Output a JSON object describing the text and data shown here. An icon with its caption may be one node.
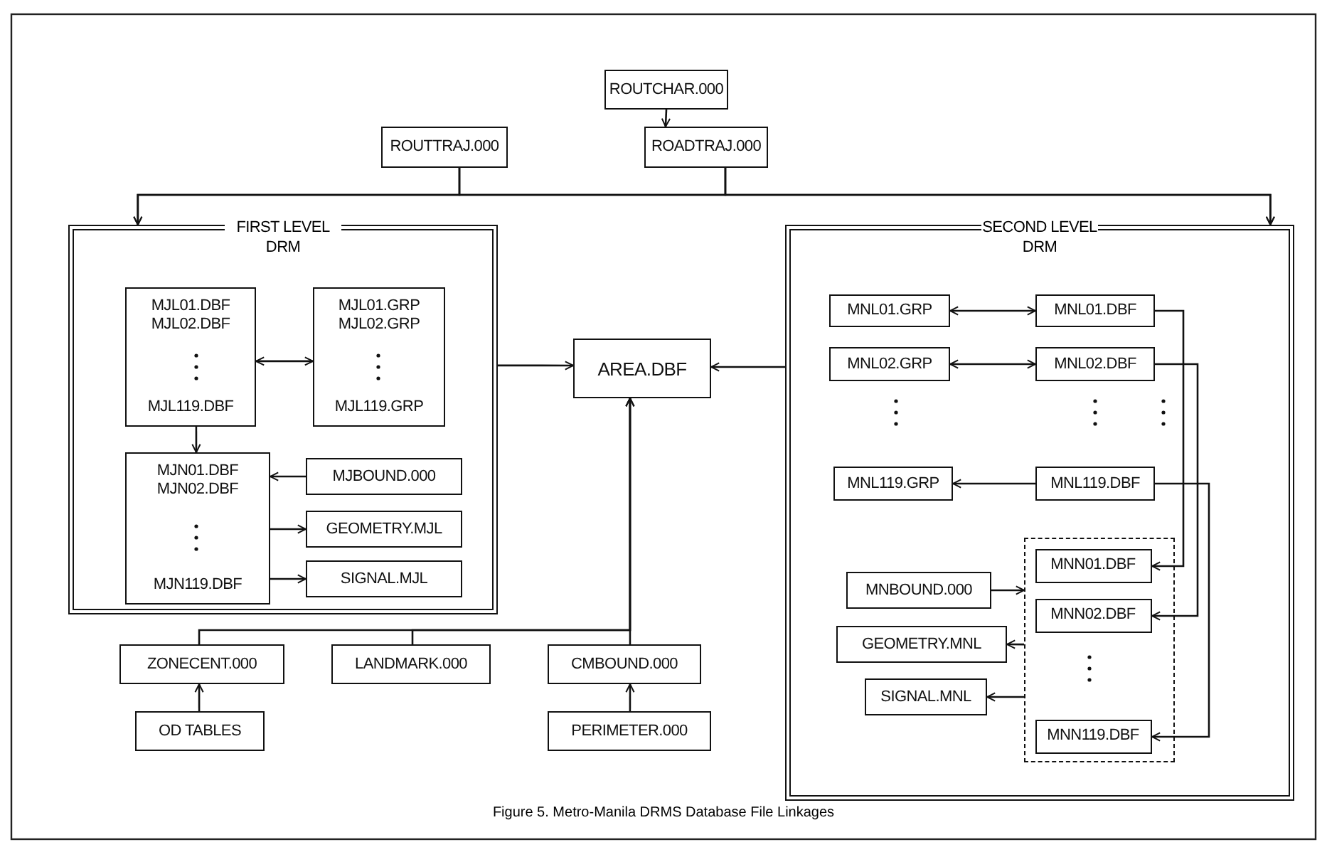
{
  "diagram": {
    "caption": "Figure 5. Metro-Manila DRMS Database File Linkages",
    "nodes": [
      {
        "text": [
          "ROUTCHAR.000"
        ]
      },
      {
        "text": [
          "ROUTTRAJ.000"
        ]
      },
      {
        "text": [
          "ROADTRAJ.000"
        ]
      },
      {
        "text": [
          "FIRST LEVEL DRM"
        ]
      },
      {
        "text": [
          "MJL01.DBF",
          "MJL02.DBF",
          "MJL119.DBF"
        ],
        "in": 3
      },
      {
        "text": [
          "MJL01.GRP",
          "MJL02.GRP",
          "MJL119.GRP"
        ],
        "in": 3
      },
      {
        "text": [
          "MJN01.DBF",
          "MJN02.DBF",
          "MJN119.DBF"
        ],
        "in": 3
      },
      {
        "text": [
          "MJBOUND.000"
        ],
        "in": 3
      },
      {
        "text": [
          "GEOMETRY.MJL"
        ],
        "in": 3
      },
      {
        "text": [
          "SIGNAL.MJL"
        ],
        "in": 3
      },
      {
        "text": [
          "AREA.DBF"
        ]
      },
      {
        "text": [
          "SECOND LEVEL DRM"
        ]
      },
      {
        "text": [
          "MNL01.GRP"
        ],
        "in": 11
      },
      {
        "text": [
          "MNL01.DBF"
        ],
        "in": 11
      },
      {
        "text": [
          "MNL02.GRP"
        ],
        "in": 11
      },
      {
        "text": [
          "MNL02.DBF"
        ],
        "in": 11
      },
      {
        "text": [
          "MNL119.GRP"
        ],
        "in": 11
      },
      {
        "text": [
          "MNL119.DBF"
        ],
        "in": 11
      },
      {
        "text": [],
        "shape": "box",
        "in": 11
      },
      {
        "text": [
          "MNN01.DBF"
        ],
        "in": 18
      },
      {
        "text": [
          "MNN02.DBF"
        ],
        "in": 18
      },
      {
        "text": [
          "MNN119.DBF"
        ],
        "in": 18
      },
      {
        "text": [
          "MNBOUND.000"
        ],
        "in": 11
      },
      {
        "text": [
          "GEOMETRY.MNL"
        ],
        "in": 11
      },
      {
        "text": [
          "SIGNAL.MNL"
        ],
        "in": 11
      },
      {
        "text": [
          "ZONECENT.000"
        ]
      },
      {
        "text": [
          "LANDMARK.000"
        ]
      },
      {
        "text": [
          "CMBOUND.000"
        ]
      },
      {
        "text": [
          "OD TABLES"
        ]
      },
      {
        "text": [
          "PERIMETER.000"
        ]
      }
    ],
    "edges": [
      {
        "from": 0,
        "to": 2,
        "arrow": "to"
      },
      {
        "from": 1,
        "to": 3,
        "arrow": "to"
      },
      {
        "from": 1,
        "to": 11,
        "arrow": "to"
      },
      {
        "from": 2,
        "to": 3,
        "arrow": "to"
      },
      {
        "from": 2,
        "to": 11,
        "arrow": "to"
      },
      {
        "from": 4,
        "to": 5,
        "arrow": "both"
      },
      {
        "from": 4,
        "to": 6,
        "arrow": "to"
      },
      {
        "from": 7,
        "to": 6,
        "arrow": "to"
      },
      {
        "from": 6,
        "to": 8,
        "arrow": "to"
      },
      {
        "from": 6,
        "to": 9,
        "arrow": "to"
      },
      {
        "from": 3,
        "to": 10,
        "arrow": "to"
      },
      {
        "from": 11,
        "to": 10,
        "arrow": "to"
      },
      {
        "from": 25,
        "to": 10,
        "arrow": "to"
      },
      {
        "from": 26,
        "to": 10,
        "arrow": "to"
      },
      {
        "from": 27,
        "to": 10,
        "arrow": "to"
      },
      {
        "from": 28,
        "to": 25,
        "arrow": "to"
      },
      {
        "from": 29,
        "to": 27,
        "arrow": "to"
      },
      {
        "from": 12,
        "to": 13,
        "arrow": "both"
      },
      {
        "from": 14,
        "to": 15,
        "arrow": "both"
      },
      {
        "from": 17,
        "to": 16,
        "arrow": "to"
      },
      {
        "from": 13,
        "to": 19,
        "arrow": "to"
      },
      {
        "from": 15,
        "to": 20,
        "arrow": "to"
      },
      {
        "from": 17,
        "to": 21,
        "arrow": "to"
      },
      {
        "from": 22,
        "to": 18,
        "arrow": "to"
      },
      {
        "from": 18,
        "to": 23,
        "arrow": "to"
      },
      {
        "from": 18,
        "to": 24,
        "arrow": "to"
      }
    ]
  }
}
